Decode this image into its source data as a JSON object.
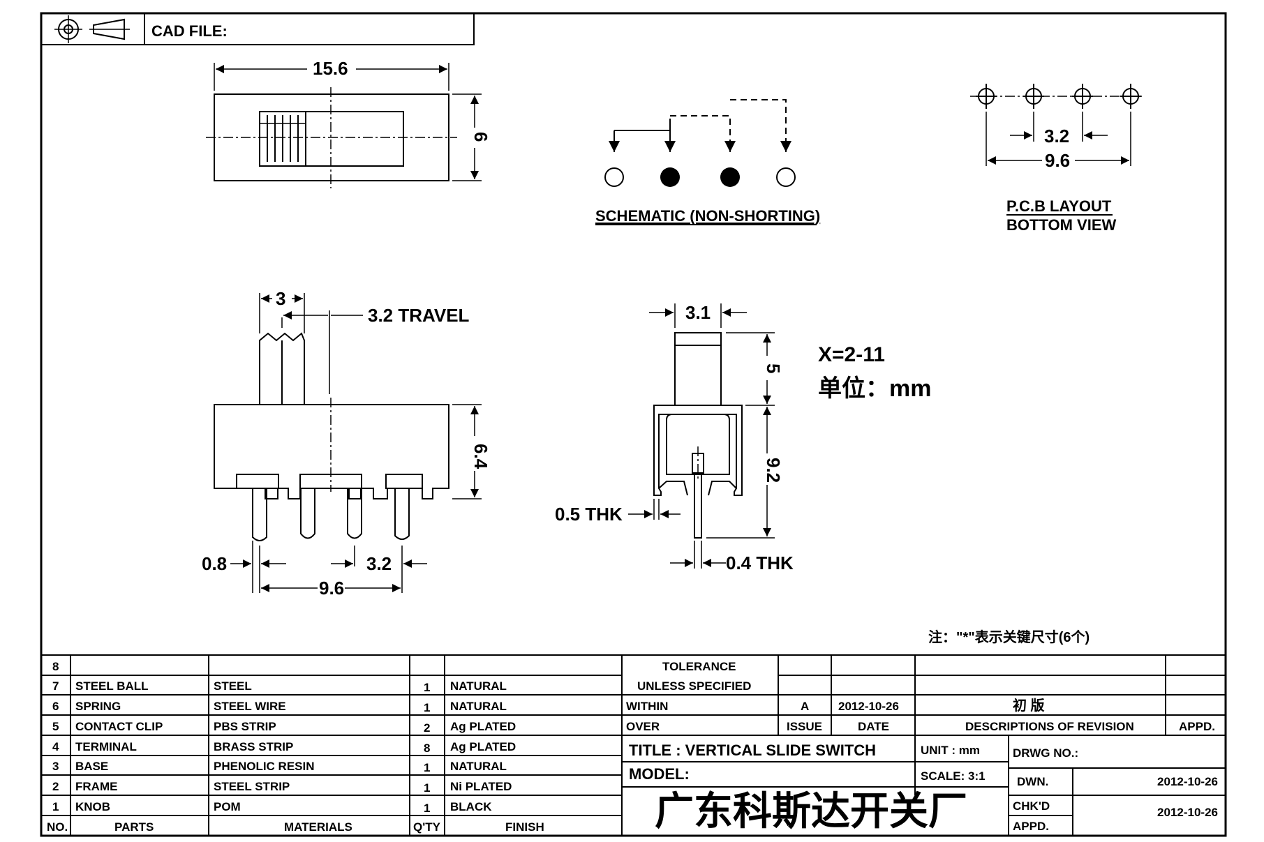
{
  "header": {
    "cad_file": "CAD FILE:"
  },
  "top_view": {
    "width": "15.6",
    "height": "6"
  },
  "schematic": {
    "label": "SCHEMATIC (NON-SHORTING)"
  },
  "pcb": {
    "pitch": "3.2",
    "span": "9.6",
    "label1": "P.C.B LAYOUT",
    "label2": "BOTTOM VIEW"
  },
  "side_view": {
    "knob": "3",
    "travel": "3.2 TRAVEL",
    "height": "6.4",
    "pin": "0.8",
    "pitch": "3.2",
    "span": "9.6"
  },
  "end_view": {
    "knob": "3.1",
    "knob_h": "5",
    "body_h": "9.2",
    "frame_thk": "0.5 THK",
    "pin_thk": "0.4 THK"
  },
  "notes": {
    "x": "X=2-11",
    "unit": "单位：mm",
    "star": "注：\"*\"表示关键尺寸(6个)"
  },
  "bom": {
    "rows": [
      {
        "no": "8",
        "part": "",
        "material": "",
        "qty": "",
        "finish": ""
      },
      {
        "no": "7",
        "part": "STEEL BALL",
        "material": "STEEL",
        "qty": "1",
        "finish": "NATURAL"
      },
      {
        "no": "6",
        "part": "SPRING",
        "material": "STEEL WIRE",
        "qty": "1",
        "finish": "NATURAL"
      },
      {
        "no": "5",
        "part": "CONTACT CLIP",
        "material": "PBS STRIP",
        "qty": "2",
        "finish": "Ag PLATED"
      },
      {
        "no": "4",
        "part": "TERMINAL",
        "material": "BRASS STRIP",
        "qty": "8",
        "finish": "Ag PLATED"
      },
      {
        "no": "3",
        "part": "BASE",
        "material": "PHENOLIC RESIN",
        "qty": "1",
        "finish": "NATURAL"
      },
      {
        "no": "2",
        "part": "FRAME",
        "material": "STEEL STRIP",
        "qty": "1",
        "finish": "Ni PLATED"
      },
      {
        "no": "1",
        "part": "KNOB",
        "material": "POM",
        "qty": "1",
        "finish": "BLACK"
      }
    ],
    "headers": {
      "no": "NO.",
      "part": "PARTS",
      "material": "MATERIALS",
      "qty": "Q'TY",
      "finish": "FINISH"
    }
  },
  "title_block": {
    "tolerance": "TOLERANCE",
    "unless": "UNLESS  SPECIFIED",
    "within": "WITHIN",
    "over": "OVER",
    "rev_issue": "A",
    "rev_date": "2012-10-26",
    "rev_desc": "初  版",
    "issue_h": "ISSUE",
    "date_h": "DATE",
    "desc_h": "DESCRIPTIONS OF REVISION",
    "appd_h": "APPD.",
    "title": "TITLE :  VERTICAL SLIDE SWITCH",
    "unit": "UNIT :  mm",
    "drwg_no": "DRWG NO.:",
    "model": "MODEL:",
    "scale": "SCALE:  3:1",
    "dwn": "DWN.",
    "dwn_date": "2012-10-26",
    "chkd": "CHK'D",
    "chkd_date": "2012-10-26",
    "appd": "APPD.",
    "company": "广东科斯达开关厂"
  }
}
